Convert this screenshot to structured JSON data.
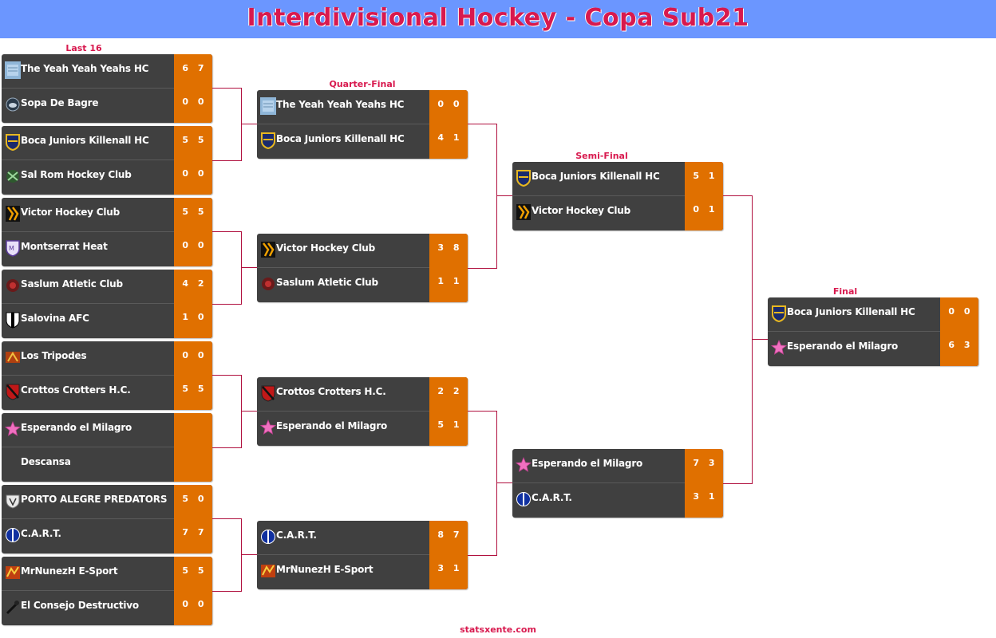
{
  "title": "Interdivisional Hockey - Copa Sub21",
  "footer": "statsxente.com",
  "rounds": {
    "last16": "Last 16",
    "quarter": "Quarter-Final",
    "semi": "Semi-Final",
    "final": "Final"
  },
  "colors": {
    "title_bar": "#6b96ff",
    "accent": "#d8194e",
    "card": "#404040",
    "score": "#e07000",
    "connector": "#b0103e"
  },
  "matches": {
    "r16_1": {
      "t1": {
        "name": "The Yeah Yeah Yeahs HC",
        "score": "6 7",
        "logo": "yeah-logo-icon"
      },
      "t2": {
        "name": "Sopa De Bagre",
        "score": "0 0",
        "logo": "bagre-logo-icon"
      }
    },
    "r16_2": {
      "t1": {
        "name": "Boca Juniors Killenall HC",
        "score": "5 5",
        "logo": "boca-logo-icon"
      },
      "t2": {
        "name": "Sal Rom Hockey Club",
        "score": "0 0",
        "logo": "salrom-logo-icon"
      }
    },
    "r16_3": {
      "t1": {
        "name": "Victor Hockey Club",
        "score": "5 5",
        "logo": "victor-logo-icon"
      },
      "t2": {
        "name": "Montserrat Heat",
        "score": "0 0",
        "logo": "montserrat-logo-icon"
      }
    },
    "r16_4": {
      "t1": {
        "name": "Saslum Atletic Club",
        "score": "4 2",
        "logo": "saslum-logo-icon"
      },
      "t2": {
        "name": "Salovina AFC",
        "score": "1 0",
        "logo": "salovina-logo-icon"
      }
    },
    "r16_5": {
      "t1": {
        "name": "Los Tripodes",
        "score": "0 0",
        "logo": "tripodes-logo-icon"
      },
      "t2": {
        "name": "Crottos Crotters H.C.",
        "score": "5 5",
        "logo": "crottos-logo-icon"
      }
    },
    "r16_6": {
      "t1": {
        "name": "Esperando el Milagro",
        "score": "",
        "logo": "milagro-logo-icon"
      },
      "t2": {
        "name": "Descansa",
        "score": "",
        "logo": ""
      }
    },
    "r16_7": {
      "t1": {
        "name": "PORTO ALEGRE PREDATORS",
        "score": "5 0",
        "logo": "porto-logo-icon"
      },
      "t2": {
        "name": "C.A.R.T.",
        "score": "7 7",
        "logo": "cart-logo-icon"
      }
    },
    "r16_8": {
      "t1": {
        "name": "MrNunezH E-Sport",
        "score": "5 5",
        "logo": "nunez-logo-icon"
      },
      "t2": {
        "name": "El Consejo Destructivo",
        "score": "0 0",
        "logo": "consejo-logo-icon"
      }
    },
    "qf_1": {
      "t1": {
        "name": "The Yeah Yeah Yeahs HC",
        "score": "0 0",
        "logo": "yeah-logo-icon"
      },
      "t2": {
        "name": "Boca Juniors Killenall HC",
        "score": "4 1",
        "logo": "boca-logo-icon"
      }
    },
    "qf_2": {
      "t1": {
        "name": "Victor Hockey Club",
        "score": "3 8",
        "logo": "victor-logo-icon"
      },
      "t2": {
        "name": "Saslum Atletic Club",
        "score": "1 1",
        "logo": "saslum-logo-icon"
      }
    },
    "qf_3": {
      "t1": {
        "name": "Crottos Crotters H.C.",
        "score": "2 2",
        "logo": "crottos-logo-icon"
      },
      "t2": {
        "name": "Esperando el Milagro",
        "score": "5 1",
        "logo": "milagro-logo-icon"
      }
    },
    "qf_4": {
      "t1": {
        "name": "C.A.R.T.",
        "score": "8 7",
        "logo": "cart-logo-icon"
      },
      "t2": {
        "name": "MrNunezH E-Sport",
        "score": "3 1",
        "logo": "nunez-logo-icon"
      }
    },
    "sf_1": {
      "t1": {
        "name": "Boca Juniors Killenall HC",
        "score": "5 1",
        "logo": "boca-logo-icon"
      },
      "t2": {
        "name": "Victor Hockey Club",
        "score": "0 1",
        "logo": "victor-logo-icon"
      }
    },
    "sf_2": {
      "t1": {
        "name": "Esperando el Milagro",
        "score": "7 3",
        "logo": "milagro-logo-icon"
      },
      "t2": {
        "name": "C.A.R.T.",
        "score": "3 1",
        "logo": "cart-logo-icon"
      }
    },
    "final": {
      "t1": {
        "name": "Boca Juniors Killenall HC",
        "score": "0 0",
        "logo": "boca-logo-icon"
      },
      "t2": {
        "name": "Esperando el Milagro",
        "score": "6 3",
        "logo": "milagro-logo-icon"
      }
    }
  }
}
